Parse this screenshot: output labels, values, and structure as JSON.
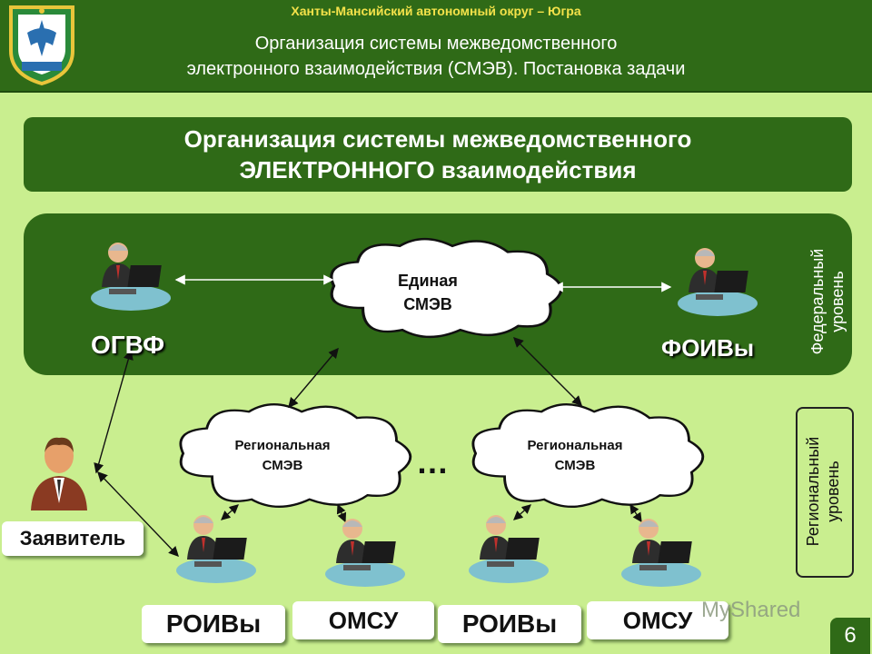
{
  "header": {
    "region_name": "Ханты-Мансийский автономный округ – Югра",
    "title_line1": "Организация системы межведомственного",
    "title_line2": "электронного взаимодействия (СМЭВ). Постановка задачи"
  },
  "banner": {
    "line1": "Организация системы межведомственного",
    "line2": "ЭЛЕКТРОННОГО взаимодействия"
  },
  "levels": {
    "federal_line1": "Федеральный",
    "federal_line2": "уровень",
    "regional_line1": "Региональный",
    "regional_line2": "уровень"
  },
  "nodes": {
    "ogvf": "ОГВФ",
    "foivy": "ФОИВы",
    "unified_smev_line1": "Единая",
    "unified_smev_line2": "СМЭВ",
    "regional_smev_line1": "Региональная",
    "regional_smev_line2": "СМЭВ",
    "ellipsis": "…",
    "applicant": "Заявитель",
    "roivy": "РОИВы",
    "omsu": "ОМСУ"
  },
  "watermark": "MyShared",
  "page_number": "6",
  "colors": {
    "background": "#c9ee8f",
    "dark_green": "#2f6a17",
    "header_text": "#f4e24a"
  }
}
